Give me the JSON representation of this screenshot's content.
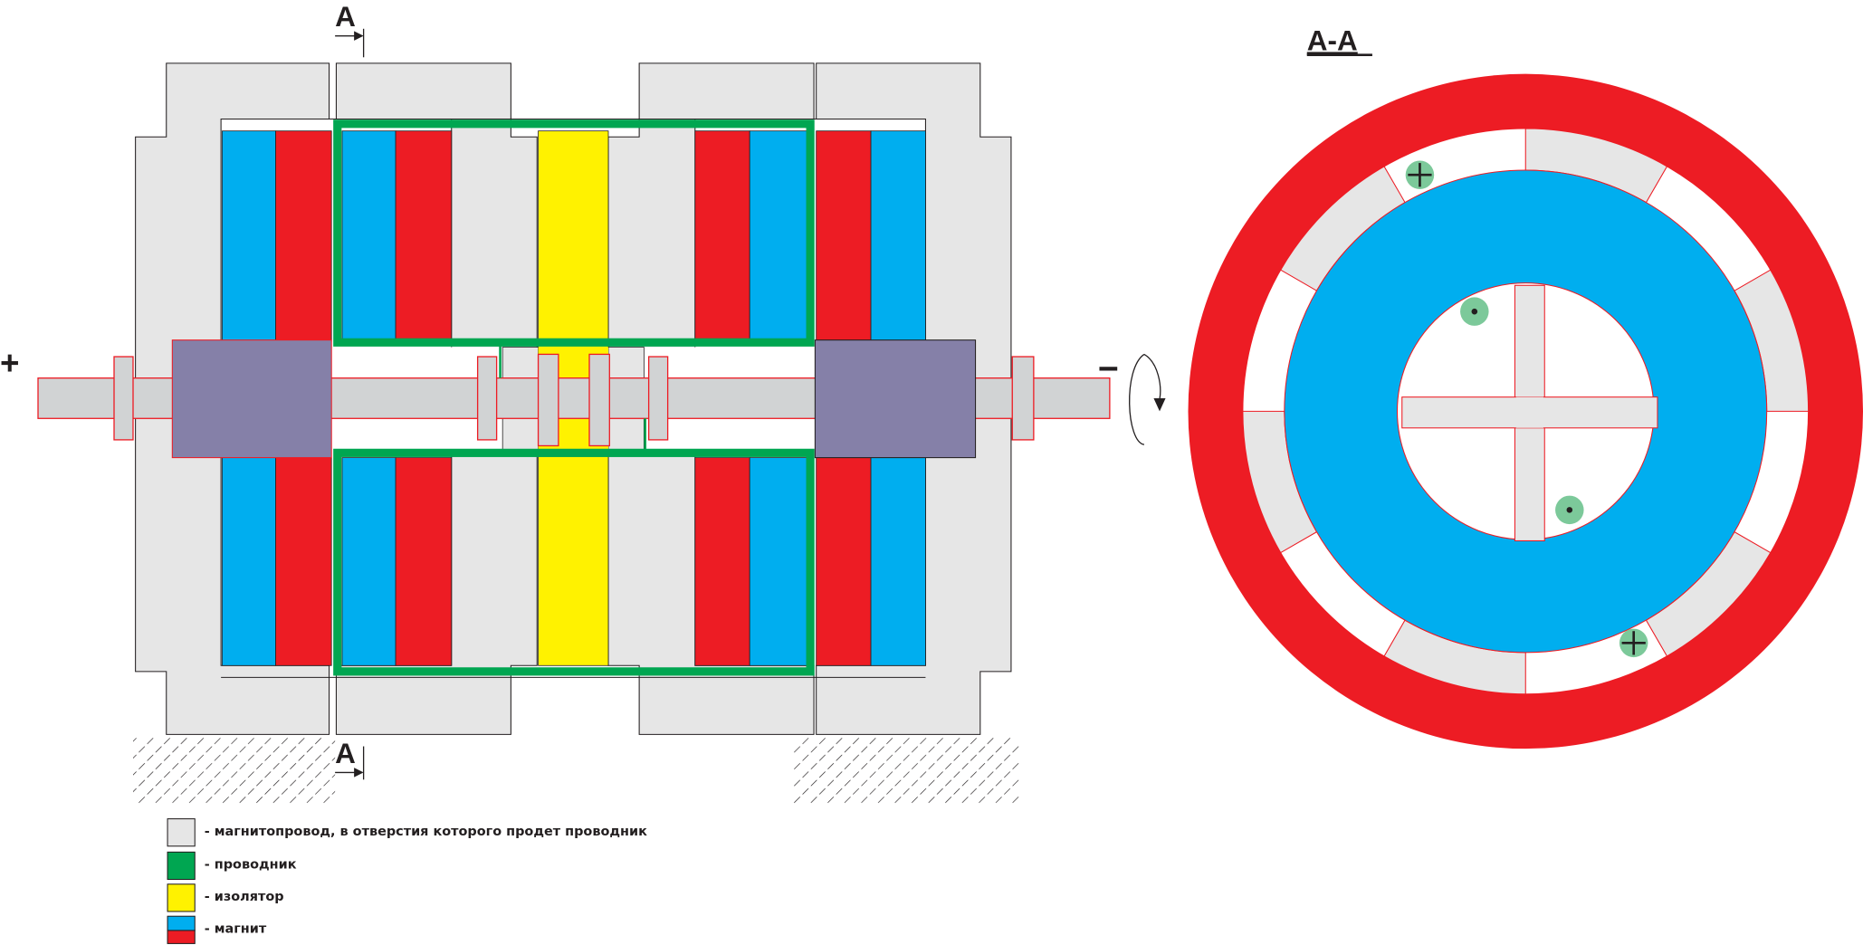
{
  "colors": {
    "yoke": "#e6e6e6",
    "conductor": "#00a651",
    "insulator": "#fff200",
    "magnet_blue": "#00aeef",
    "magnet_red": "#ed1c24",
    "rotor": "#8580a8",
    "shaft": "#d1d3d4"
  },
  "section_marks": {
    "top": "A",
    "bottom": "A"
  },
  "polarity": {
    "plus": "+",
    "minus": "−"
  },
  "section_view": {
    "title": "A-A"
  },
  "legend": [
    {
      "label": "- магнитопровод, в отверстия которого продет проводник"
    },
    {
      "label": "- проводник"
    },
    {
      "label": "- изолятор"
    },
    {
      "label": "- магнит"
    }
  ]
}
